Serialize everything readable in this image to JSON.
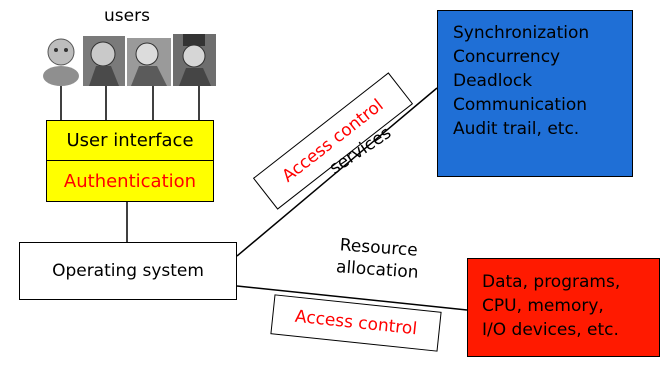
{
  "users": {
    "label": "users"
  },
  "ui_box": {
    "top_label": "User interface",
    "bottom_label": "Authentication"
  },
  "os_box": {
    "label": "Operating system"
  },
  "services_box": {
    "lines": [
      "Synchronization",
      "Concurrency",
      "Deadlock",
      "Communication",
      "Audit trail, etc."
    ]
  },
  "resources_box": {
    "lines": [
      "Data, programs,",
      "CPU, memory,",
      "I/O devices, etc."
    ]
  },
  "labels": {
    "access_control_top": "Access control",
    "access_control_bottom": "Access control",
    "services": "services",
    "resource_line1": "Resource",
    "resource_line2": "allocation"
  },
  "colors": {
    "ui_box": "#ffff00",
    "services_box": "#1f6fd6",
    "resources_box": "#ff1a00",
    "access_text": "#ff0000"
  }
}
